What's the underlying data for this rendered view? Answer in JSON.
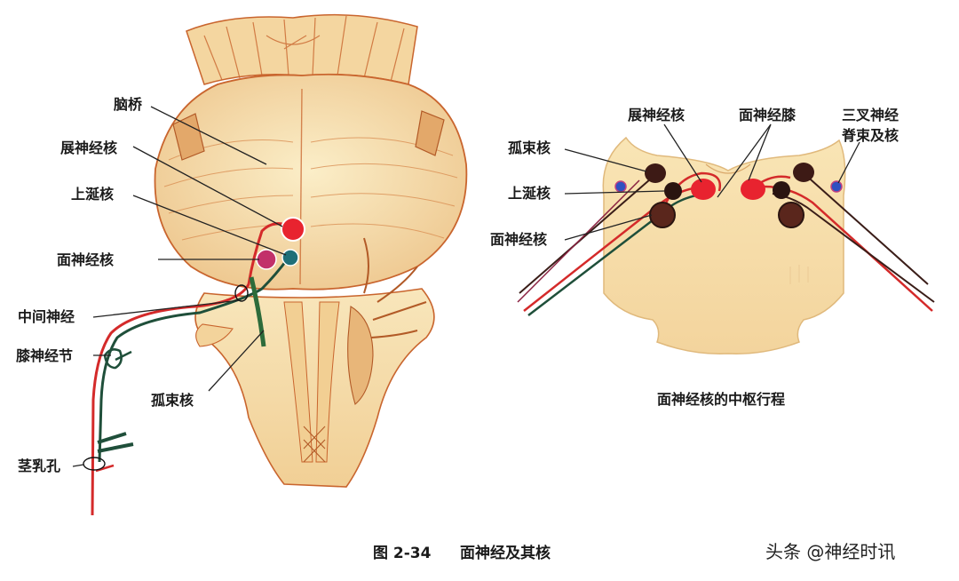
{
  "left_panel": {
    "labels": {
      "pons": "脑桥",
      "abducens_nucleus": "展神经核",
      "superior_salivatory_nucleus": "上涎核",
      "facial_nucleus": "面神经核",
      "intermediate_nerve": "中间神经",
      "geniculate_ganglion": "膝神经节",
      "solitary_nucleus": "孤束核",
      "stylomastoid_foramen": "茎乳孔"
    }
  },
  "right_panel": {
    "labels": {
      "abducens_nucleus": "展神经核",
      "facial_genu": "面神经膝",
      "trigeminal_spinal_nucleus_line1": "三叉神经",
      "trigeminal_spinal_nucleus_line2": "脊束及核",
      "solitary_nucleus": "孤束核",
      "superior_salivatory_nucleus": "上涎核",
      "facial_nucleus": "面神经核"
    },
    "caption": "面神经核的中枢行程"
  },
  "figure": {
    "number": "图 2-34",
    "title": "面神经及其核"
  },
  "watermark": "头条 @神经时讯",
  "colors": {
    "brainstem_fill": "#f6dfae",
    "brainstem_shade": "#c9652e",
    "nerve_red": "#d42a2a",
    "nerve_green": "#1f4f3a",
    "nerve_dark": "#3a1d18",
    "nucleus_red": "#e8232f",
    "nucleus_magenta": "#c2306a",
    "nucleus_teal": "#1f6f78",
    "nucleus_brown": "#3d1a15",
    "nucleus_blue": "#3050c0"
  }
}
